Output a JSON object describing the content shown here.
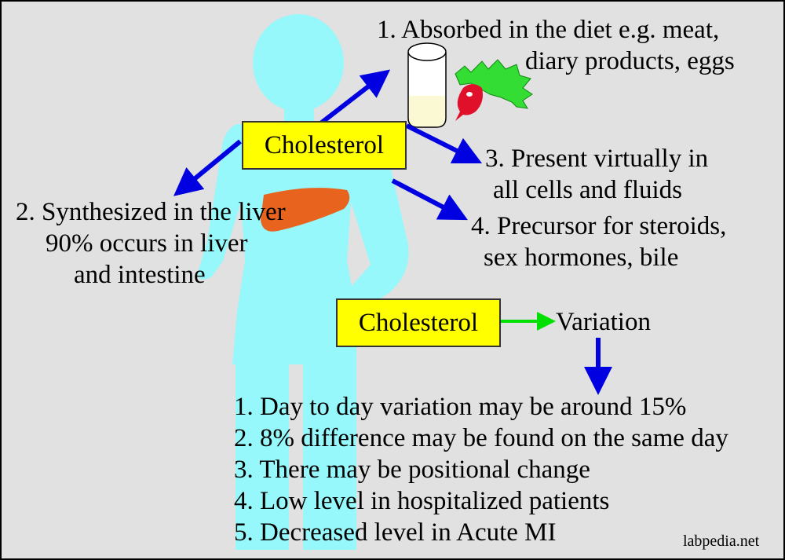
{
  "boxes": {
    "top": "Cholesterol",
    "bottom": "Cholesterol"
  },
  "facts": {
    "absorbed_line1": "1. Absorbed in the diet e.g. meat,",
    "absorbed_line2": "diary products, eggs",
    "synth_line1": "2. Synthesized in the liver",
    "synth_line2": "90% occurs in liver",
    "synth_line3": "and intestine",
    "present_line1": "3. Present virtually in",
    "present_line2": "all cells and fluids",
    "precursor_line1": "4. Precursor for steroids,",
    "precursor_line2": "sex hormones, bile"
  },
  "variation": {
    "label": "Variation",
    "items": [
      "1. Day to day variation may be around 15%",
      "2. 8% difference may be found on the same day",
      "3. There may be positional change",
      "4. Low level in hospitalized patients",
      "5. Decreased level in Acute MI"
    ]
  },
  "credit": "labpedia.net",
  "colors": {
    "background": "#e1e1e1",
    "body_silhouette": "#96f8fa",
    "box_fill": "#ffff00",
    "liver": "#e8631d",
    "arrow_blue": "#0000e0",
    "arrow_green": "#00e000",
    "leaf_green": "#33dd33",
    "radish_red": "#e0102a",
    "glass_fill": "#fbf8d4"
  },
  "icons": [
    "person-silhouette-icon",
    "liver-icon",
    "glass-of-milk-icon",
    "lettuce-icon",
    "radish-icon"
  ]
}
